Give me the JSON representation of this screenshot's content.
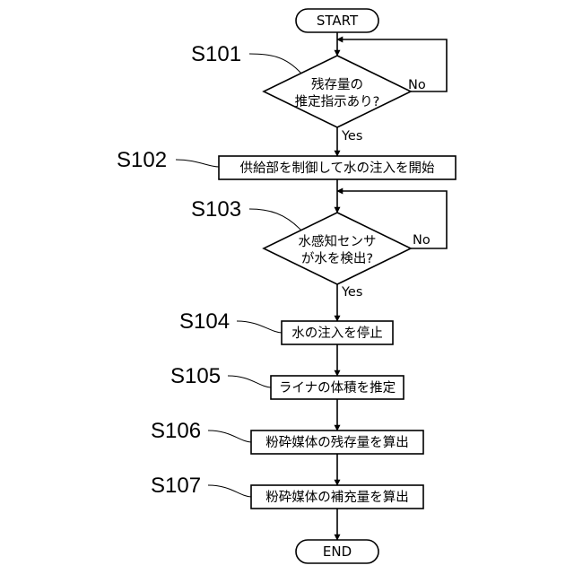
{
  "flowchart": {
    "start_label": "START",
    "end_label": "END",
    "steps": [
      {
        "id": "S101",
        "kind": "decision",
        "lines": [
          "残存量の",
          "推定指示あり?"
        ],
        "no_label": "No",
        "yes_label": "Yes"
      },
      {
        "id": "S102",
        "kind": "process",
        "lines": [
          "供給部を制御して水の注入を開始"
        ]
      },
      {
        "id": "S103",
        "kind": "decision",
        "lines": [
          "水感知センサ",
          "が水を検出?"
        ],
        "no_label": "No",
        "yes_label": "Yes"
      },
      {
        "id": "S104",
        "kind": "process",
        "lines": [
          "水の注入を停止"
        ]
      },
      {
        "id": "S105",
        "kind": "process",
        "lines": [
          "ライナの体積を推定"
        ]
      },
      {
        "id": "S106",
        "kind": "process",
        "lines": [
          "粉砕媒体の残存量を算出"
        ]
      },
      {
        "id": "S107",
        "kind": "process",
        "lines": [
          "粉砕媒体の補充量を算出"
        ]
      }
    ]
  }
}
